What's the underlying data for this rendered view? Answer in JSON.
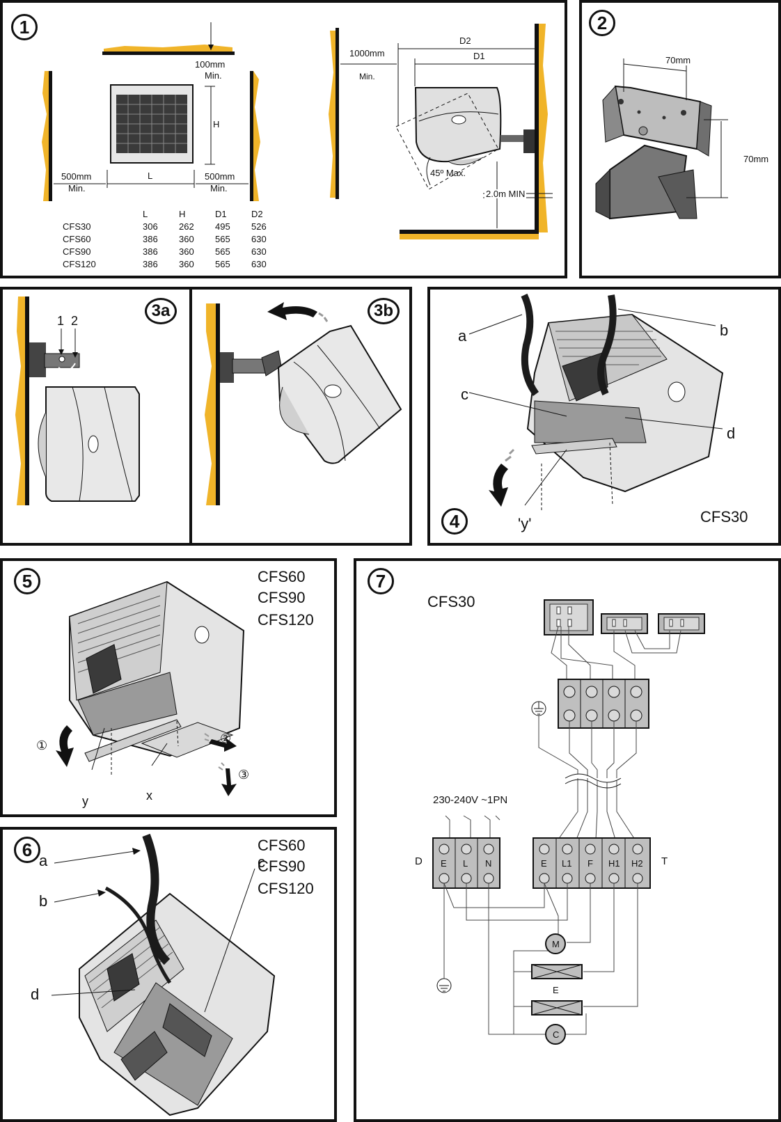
{
  "colors": {
    "wall": "#f0b429",
    "line": "#111111",
    "metal": "#c8c8c8",
    "dark": "#555555",
    "terminal": "#c0c0c0"
  },
  "panel1": {
    "number": "1",
    "top_clearance": "100mm",
    "top_clearance_min": "Min.",
    "side_left": "500mm",
    "side_left_min": "Min.",
    "side_right": "500mm",
    "side_right_min": "Min.",
    "dim_l": "L",
    "dim_h": "H",
    "front_clearance": "1000mm",
    "front_clearance_min": "Min.",
    "dim_d1": "D1",
    "dim_d2": "D2",
    "tilt": "45º Max.",
    "height_min": "2.0m MIN",
    "table": {
      "headers": [
        "",
        "L",
        "H",
        "D1",
        "D2"
      ],
      "rows": [
        [
          "CFS30",
          "306",
          "262",
          "495",
          "526"
        ],
        [
          "CFS60",
          "386",
          "360",
          "565",
          "630"
        ],
        [
          "CFS90",
          "386",
          "360",
          "565",
          "630"
        ],
        [
          "CFS120",
          "386",
          "360",
          "565",
          "630"
        ]
      ]
    }
  },
  "panel2": {
    "number": "2",
    "width": "70mm",
    "height": "70mm"
  },
  "panel3a": {
    "number": "3a",
    "label1": "1",
    "label2": "2"
  },
  "panel3b": {
    "number": "3b"
  },
  "panel4": {
    "number": "4",
    "a": "a",
    "b": "b",
    "c": "c",
    "d": "d",
    "y": "'y'",
    "model": "CFS30"
  },
  "panel5": {
    "number": "5",
    "models": [
      "CFS60",
      "CFS90",
      "CFS120"
    ],
    "step1": "①",
    "step2": "②",
    "step3": "③",
    "y": "y",
    "x": "x"
  },
  "panel6": {
    "number": "6",
    "models": [
      "CFS60",
      "CFS90",
      "CFS120"
    ],
    "a": "a",
    "b": "b",
    "c": "c",
    "d": "d"
  },
  "panel7": {
    "number": "7",
    "model": "CFS30",
    "supply": "230-240V ~1PN",
    "block_d": "D",
    "block_t": "T",
    "d_terminals": [
      "E",
      "L",
      "N"
    ],
    "t_terminals": [
      "E",
      "L1",
      "F",
      "H1",
      "H2"
    ],
    "motor": "M",
    "capacitor": "C",
    "element": "E"
  }
}
